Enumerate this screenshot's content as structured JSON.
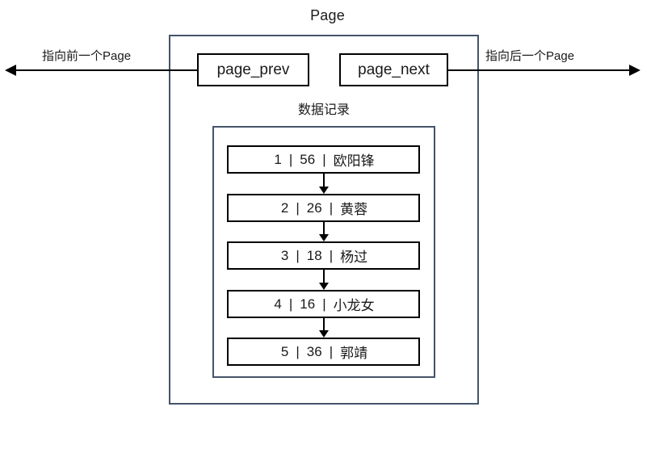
{
  "diagram": {
    "title": "Page",
    "records_label": "数据记录",
    "colors": {
      "container_border": "#44546a",
      "node_border": "#000000",
      "text": "#1a1a1a",
      "background": "#ffffff"
    }
  },
  "pointers": {
    "prev": {
      "box_label": "page_prev",
      "annotation": "指向前一个Page",
      "arrow_direction": "left"
    },
    "next": {
      "box_label": "page_next",
      "annotation": "指向后一个Page",
      "arrow_direction": "right"
    }
  },
  "records": {
    "separator": "|",
    "rows": [
      {
        "id": "1",
        "age": "56",
        "name": "欧阳锋"
      },
      {
        "id": "2",
        "age": "26",
        "name": "黄蓉"
      },
      {
        "id": "3",
        "age": "18",
        "name": "杨过"
      },
      {
        "id": "4",
        "age": "16",
        "name": "小龙女"
      },
      {
        "id": "5",
        "age": "36",
        "name": "郭靖"
      }
    ]
  }
}
